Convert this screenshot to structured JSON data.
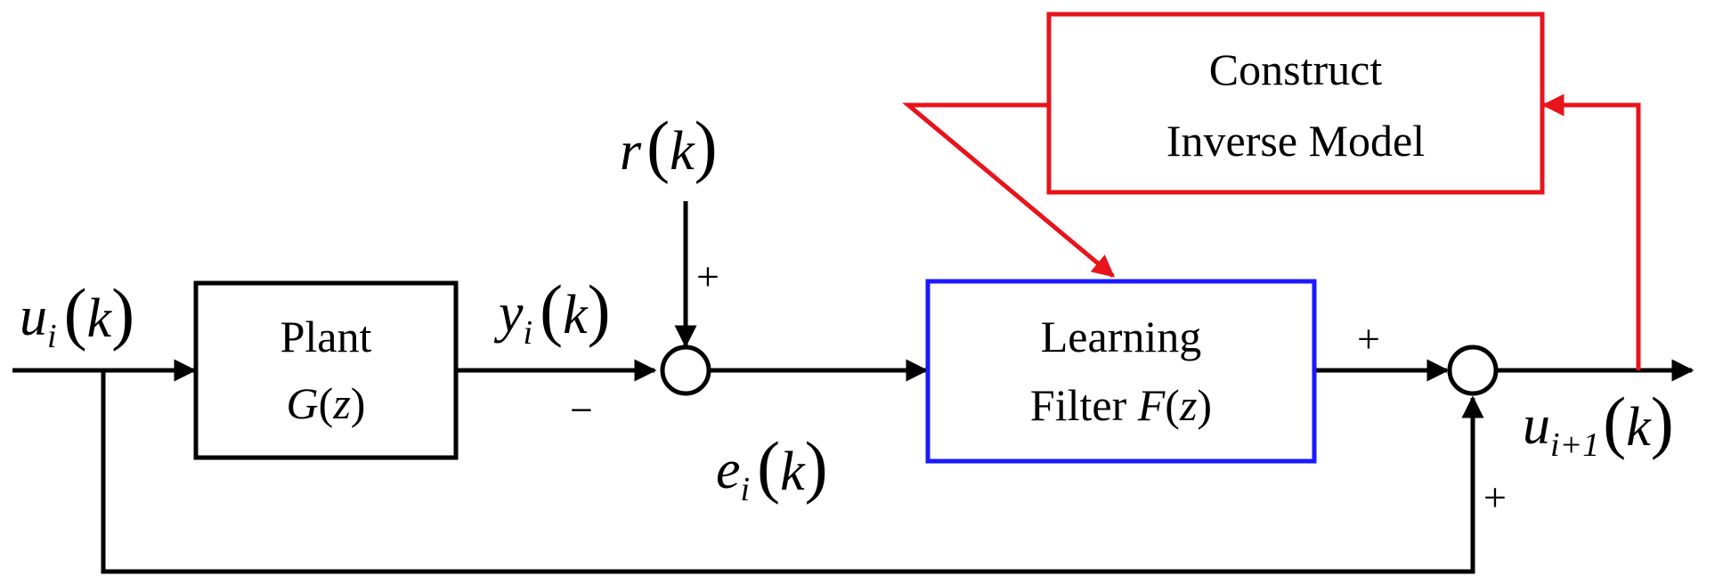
{
  "blocks": {
    "plant": {
      "line1": "Plant",
      "line2_func": "G",
      "line2_arg": "z"
    },
    "learning_filter": {
      "line1": "Learning",
      "line2_prefix": "Filter ",
      "line2_func": "F",
      "line2_arg": "z"
    },
    "inverse_model": {
      "line1": "Construct",
      "line2": "Inverse Model"
    }
  },
  "signals": {
    "input": {
      "symbol": "u",
      "subscript": "i",
      "argument": "k"
    },
    "plant_output": {
      "symbol": "y",
      "subscript": "i",
      "argument": "k"
    },
    "reference": {
      "symbol": "r",
      "argument": "k"
    },
    "error": {
      "symbol": "e",
      "subscript": "i",
      "argument": "k"
    },
    "next_input": {
      "symbol": "u",
      "subscript": "i+1",
      "argument": "k"
    }
  },
  "signs": {
    "reference_plus": "+",
    "feedback_minus": "−",
    "filter_plus": "+",
    "feedforward_plus": "+"
  },
  "colors": {
    "learning_filter_border": "#1a1aff",
    "inverse_model_path": "#e8141c",
    "default_line": "#000000"
  }
}
